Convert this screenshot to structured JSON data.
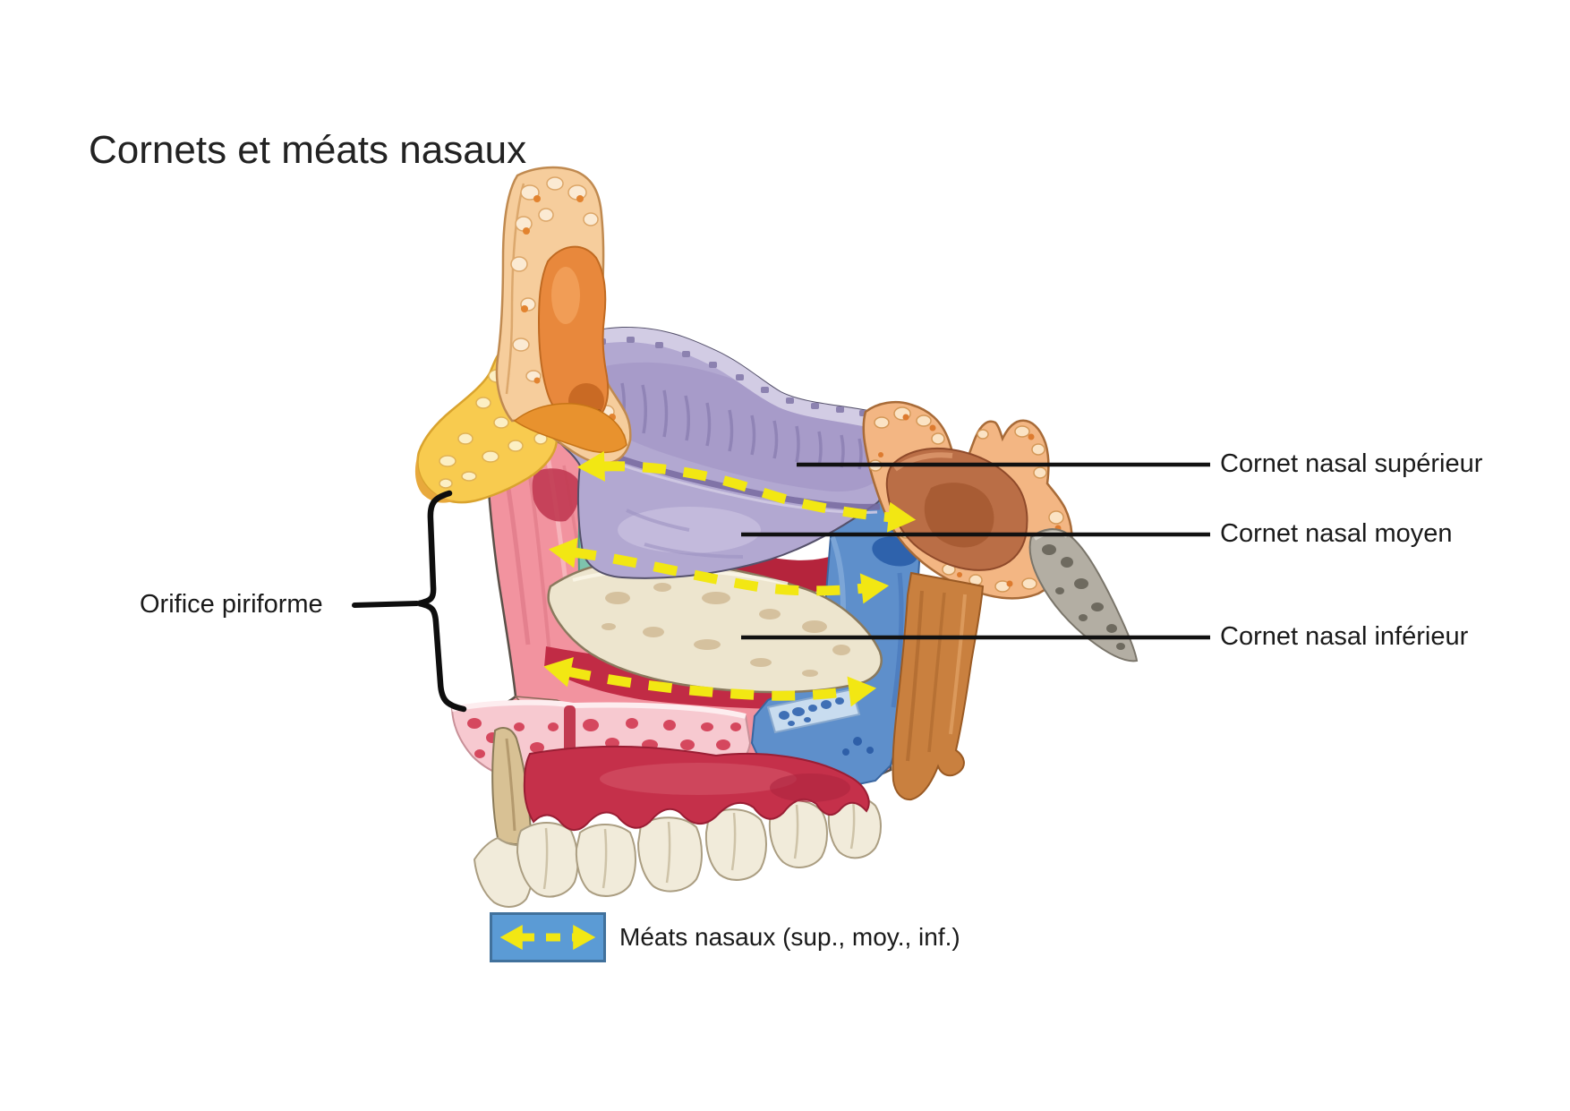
{
  "title": "Cornets et méats nasaux",
  "labels": {
    "superior": "Cornet nasal supérieur",
    "middle": "Cornet nasal moyen",
    "inferior": "Cornet nasal inférieur",
    "orifice": "Orifice piriforme"
  },
  "legend": {
    "text": "Méats nasaux (sup., moy., inf.)",
    "box_fill": "#5B9BD5",
    "box_border": "#41719C",
    "arrow_color": "#F2E713"
  },
  "colors": {
    "arrow_yellow": "#F2E713",
    "label_line_black": "#111111",
    "maxilla_pink": "#F2939F",
    "concha_purple": "#B2A8D1",
    "concha_purple_dark": "#A79BC9",
    "inferior_concha_cream": "#EDE5CE",
    "palatine_blue": "#5E8FCB",
    "sphenoid_peach": "#F3B683",
    "sphenoid_sinus_brown": "#BA6E46",
    "frontal_bone_peach": "#F6CD9C",
    "frontal_sinus_orange": "#E8883C",
    "nasal_bone_yellow": "#F8CB4F",
    "lacrimal_teal": "#7EC3AD",
    "gum_crimson": "#C5304A",
    "dark_red": "#B5243C",
    "tooth_cream": "#F1EBDA",
    "gray_bone": "#B3AEA3"
  }
}
